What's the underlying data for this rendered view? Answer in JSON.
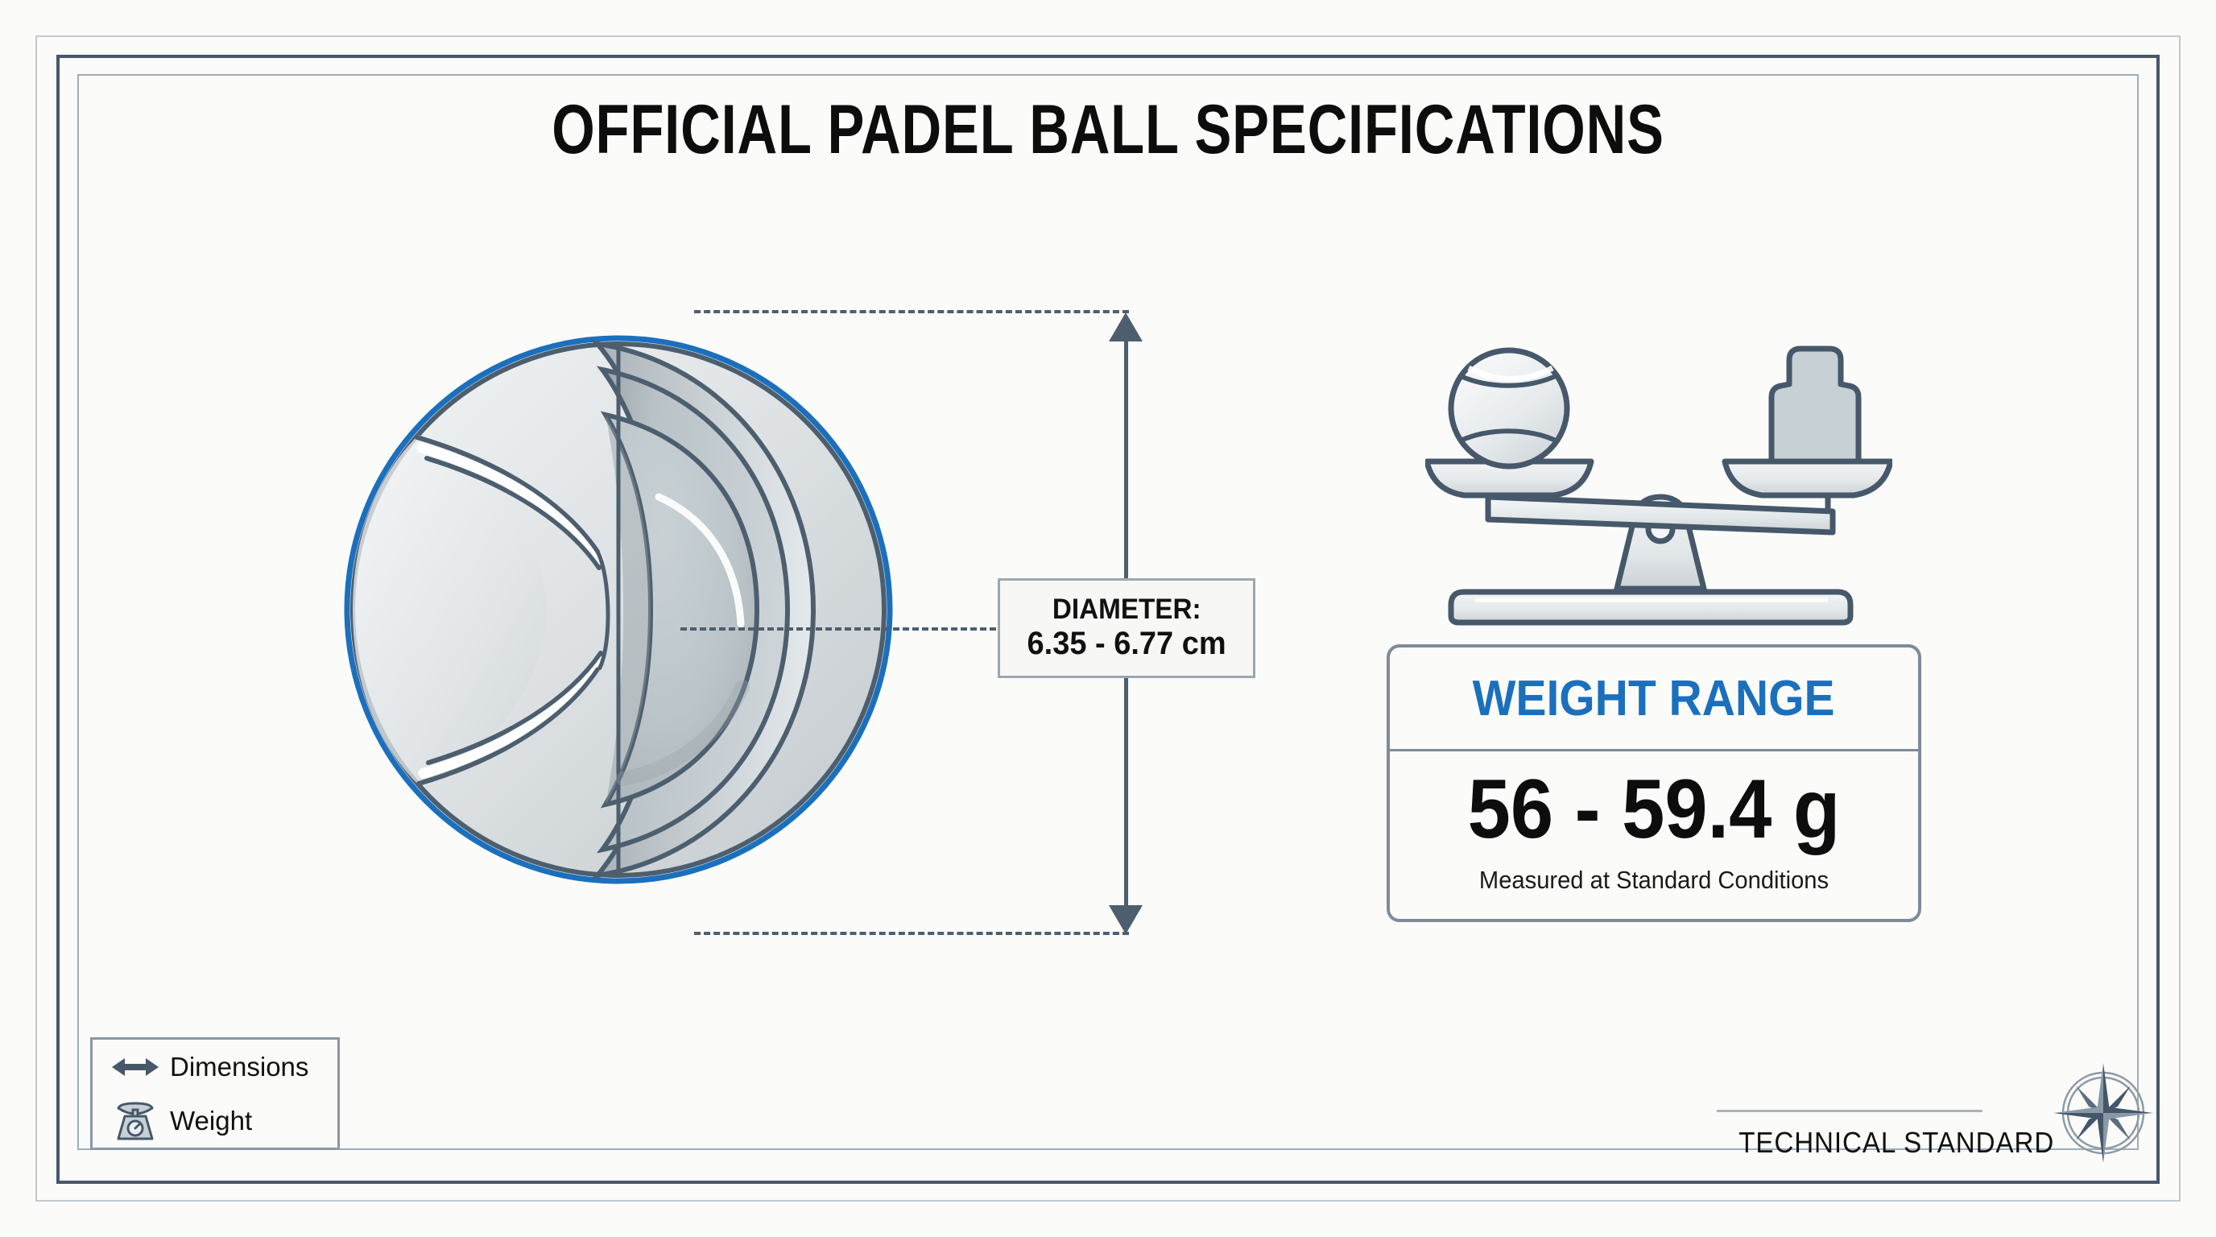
{
  "document": {
    "title": "OFFICIAL PADEL BALL SPECIFICATIONS",
    "background_color": "#fbfbf9",
    "accent_color": "#1b70be",
    "line_color": "#4d5f6e"
  },
  "diameter_callout": {
    "label": "DIAMETER:",
    "value": "6.35 - 6.77 cm"
  },
  "weight_panel": {
    "heading": "WEIGHT RANGE",
    "value": "56 - 59.4 g",
    "subtitle": "Measured at Standard Conditions"
  },
  "legend": {
    "items": [
      {
        "icon": "double-arrow-icon",
        "label": "Dimensions"
      },
      {
        "icon": "kitchen-scale-icon",
        "label": "Weight"
      }
    ]
  },
  "footer": {
    "text": "TECHNICAL STANDARD",
    "icon": "compass-rose-icon"
  },
  "illustrations": {
    "ball": {
      "name": "padel-ball-cutaway-diagram",
      "outline_color": "#1b70be",
      "seam_color": "#4d5f6e"
    },
    "scale": {
      "name": "balance-scale-with-ball-and-weight",
      "stroke_color": "#46586a",
      "fill_color": "#e6eaec"
    }
  },
  "chart_data": {
    "type": "table",
    "title": "OFFICIAL PADEL BALL SPECIFICATIONS",
    "categories": [
      "Diameter",
      "Weight"
    ],
    "rows": [
      {
        "property": "Diameter",
        "min": 6.35,
        "max": 6.77,
        "unit": "cm",
        "display": "6.35 - 6.77 cm"
      },
      {
        "property": "Weight",
        "min": 56,
        "max": 59.4,
        "unit": "g",
        "display": "56 - 59.4 g"
      }
    ],
    "notes": [
      "Measured at Standard Conditions",
      "TECHNICAL STANDARD"
    ]
  }
}
